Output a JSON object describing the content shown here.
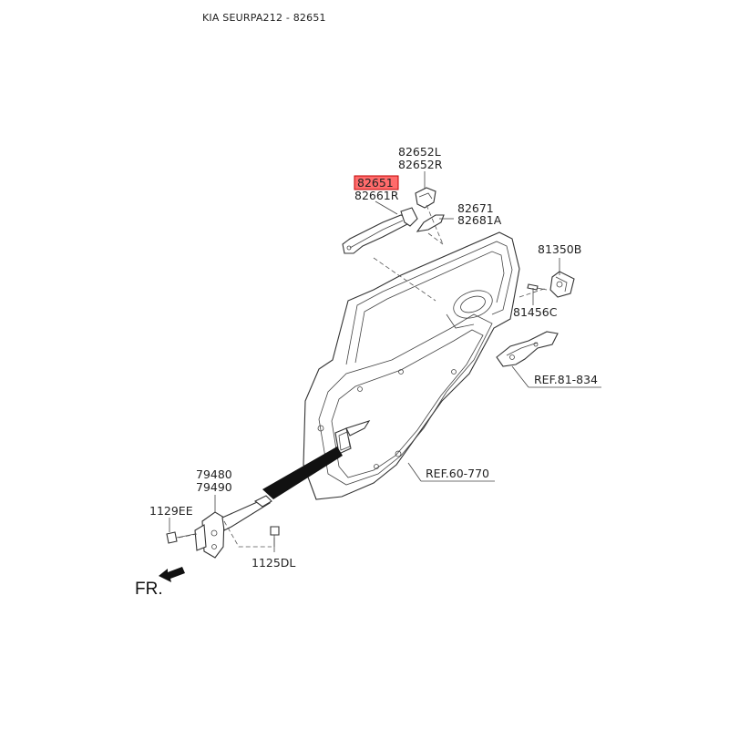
{
  "header": {
    "title": "KIA SEURPA212 - 82651"
  },
  "highlight": {
    "part_number": "82651",
    "fill": "#ff6b6b",
    "stroke": "#c00000"
  },
  "labels": {
    "p82652L": "82652L",
    "p82652R": "82652R",
    "p82651": "82651",
    "p82661R": "82661R",
    "p82671": "82671",
    "p82681A": "82681A",
    "p81350B": "81350B",
    "p81456C": "81456C",
    "ref81": "REF.81-834",
    "ref60": "REF.60-770",
    "p79480": "79480",
    "p79490": "79490",
    "p1129EE": "1129EE",
    "p1125DL": "1125DL",
    "fr": "FR."
  },
  "icons": {
    "front": "arrow-front-icon",
    "handle": "door-handle-icon",
    "checker": "door-checker-icon",
    "latch": "door-latch-icon"
  }
}
